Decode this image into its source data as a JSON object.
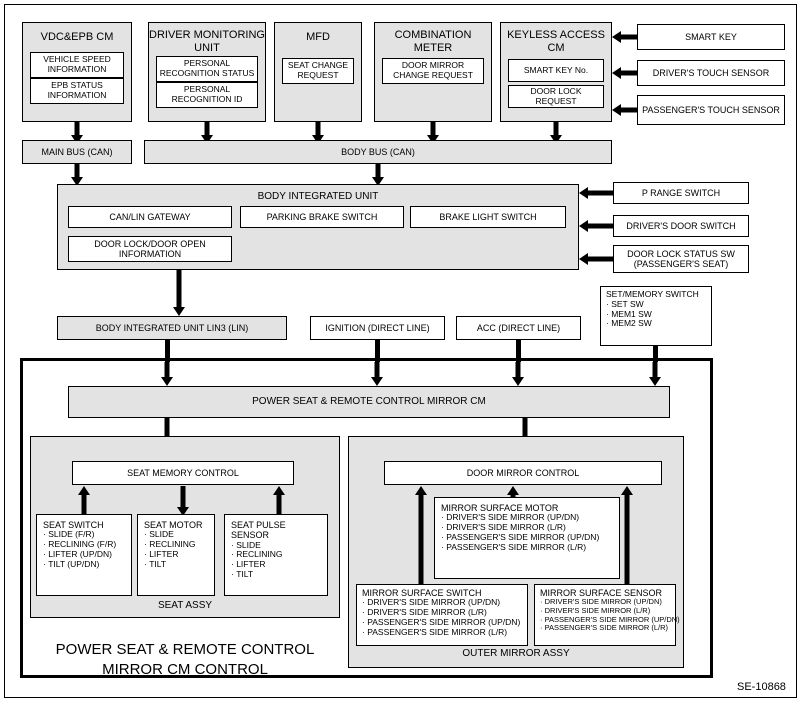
{
  "figure": {
    "reference": "SE-10868",
    "caption_line1": "POWER SEAT & REMOTE CONTROL",
    "caption_line2": "MIRROR CM CONTROL"
  },
  "colors": {
    "module_fill": "#e3e3e3",
    "leaf_fill": "#ffffff",
    "line": "#000000"
  },
  "top_modules": [
    {
      "title": "VDC&EPB CM",
      "items": [
        "VEHICLE SPEED INFORMATION",
        "EPB STATUS INFORMATION"
      ]
    },
    {
      "title": "DRIVER MONITORING UNIT",
      "items": [
        "PERSONAL RECOGNITION STATUS",
        "PERSONAL RECOGNITION ID"
      ]
    },
    {
      "title": "MFD",
      "items": [
        "SEAT CHANGE REQUEST"
      ]
    },
    {
      "title": "COMBINATION METER",
      "items": [
        "DOOR MIRROR CHANGE REQUEST"
      ]
    },
    {
      "title": "KEYLESS ACCESS CM",
      "items": [
        "SMART KEY No.",
        "DOOR LOCK REQUEST"
      ]
    }
  ],
  "keyless_inputs": [
    "SMART KEY",
    "DRIVER'S TOUCH SENSOR",
    "PASSENGER'S TOUCH SENSOR"
  ],
  "buses": {
    "main_bus": "MAIN BUS (CAN)",
    "body_bus": "BODY BUS (CAN)"
  },
  "body_integrated_unit": {
    "title": "BODY INTEGRATED UNIT",
    "blocks": [
      "CAN/LIN GATEWAY",
      "PARKING BRAKE SWITCH",
      "BRAKE LIGHT SWITCH",
      "DOOR LOCK/DOOR OPEN INFORMATION"
    ]
  },
  "biu_inputs": [
    "P RANGE SWITCH",
    "DRIVER'S DOOR SWITCH",
    "DOOR LOCK STATUS SW (PASSENGER'S SEAT)"
  ],
  "signal_sources": [
    "BODY INTEGRATED UNIT LIN3 (LIN)",
    "IGNITION (DIRECT LINE)",
    "ACC (DIRECT LINE)"
  ],
  "set_memory_switch": {
    "title": "SET/MEMORY SWITCH",
    "items": [
      "SET SW",
      "MEM1 SW",
      "MEM2 SW"
    ]
  },
  "control_module": {
    "title": "POWER SEAT & REMOTE CONTROL MIRROR CM"
  },
  "seat_section": {
    "control": "SEAT MEMORY CONTROL",
    "assy_label": "SEAT ASSY",
    "components": [
      {
        "title": "SEAT SWITCH",
        "items": [
          "SLIDE (F/R)",
          "RECLINING (F/R)",
          "LIFTER (UP/DN)",
          "TILT (UP/DN)"
        ]
      },
      {
        "title": "SEAT MOTOR",
        "items": [
          "SLIDE",
          "RECLINING",
          "LIFTER",
          "TILT"
        ]
      },
      {
        "title": "SEAT PULSE SENSOR",
        "items": [
          "SLIDE",
          "RECLINING",
          "LIFTER",
          "TILT"
        ]
      }
    ]
  },
  "mirror_section": {
    "control": "DOOR MIRROR CONTROL",
    "assy_label": "OUTER MIRROR ASSY",
    "motor": {
      "title": "MIRROR SURFACE MOTOR",
      "items": [
        "DRIVER'S SIDE MIRROR (UP/DN)",
        "DRIVER'S SIDE MIRROR (L/R)",
        "PASSENGER'S SIDE MIRROR (UP/DN)",
        "PASSENGER'S SIDE MIRROR (L/R)"
      ]
    },
    "switch": {
      "title": "MIRROR SURFACE SWITCH",
      "items": [
        "DRIVER'S SIDE MIRROR (UP/DN)",
        "DRIVER'S SIDE MIRROR (L/R)",
        "PASSENGER'S SIDE MIRROR (UP/DN)",
        "PASSENGER'S SIDE MIRROR (L/R)"
      ]
    },
    "sensor": {
      "title": "MIRROR SURFACE SENSOR",
      "items": [
        "DRIVER'S SIDE MIRROR (UP/DN)",
        "DRIVER'S SIDE MIRROR (L/R)",
        "PASSENGER'S SIDE MIRROR (UP/DN)",
        "PASSENGER'S SIDE MIRROR (L/R)"
      ]
    }
  }
}
